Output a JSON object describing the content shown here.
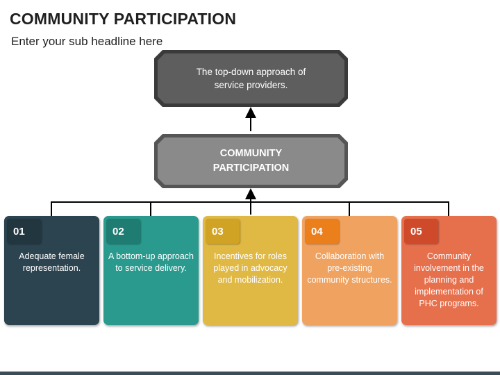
{
  "header": {
    "title": "COMMUNITY PARTICIPATION",
    "subtitle": "Enter your sub headline here"
  },
  "diagram": {
    "top_box": "The top-down approach of service providers.",
    "center_box": "COMMUNITY PARTICIPATION",
    "cards": [
      {
        "number": "01",
        "text": "Adequate female representation.",
        "color": "#2c4450"
      },
      {
        "number": "02",
        "text": "A bottom-up approach to service delivery.",
        "color": "#2a9a8e"
      },
      {
        "number": "03",
        "text": "Incentives for roles played in advocacy and mobilization.",
        "color": "#e0b844"
      },
      {
        "number": "04",
        "text": "Collaboration with pre-existing community structures.",
        "color": "#f0a260"
      },
      {
        "number": "05",
        "text": "Community involvement in the planning and implementation of PHC programs.",
        "color": "#e66f4c"
      }
    ]
  }
}
